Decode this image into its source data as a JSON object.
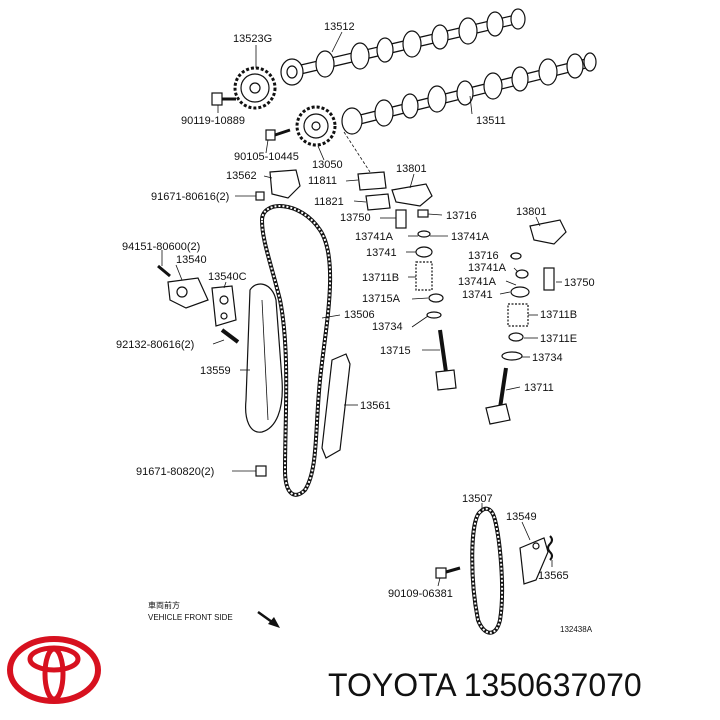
{
  "labels": {
    "p13523G": "13523G",
    "p13512": "13512",
    "p90119": "90119-10889",
    "p13511": "13511",
    "p90105": "90105-10445",
    "p13050": "13050",
    "p13562": "13562",
    "p11811": "11811",
    "p13801a": "13801",
    "p91671a": "91671-80616(2)",
    "p11821": "11821",
    "p13750a": "13750",
    "p13716a": "13716",
    "p13801b": "13801",
    "p13741Aa": "13741A",
    "p13741Ab": "13741A",
    "p13741a": "13741",
    "p94151": "94151-80600(2)",
    "p13540": "13540",
    "p13716b": "13716",
    "p13741Ac": "13741A",
    "p13540C": "13540C",
    "p13711Ba": "13711B",
    "p13741Ad": "13741A",
    "p13750b": "13750",
    "p13741b": "13741",
    "p13715Aa": "13715A",
    "p13506": "13506",
    "p13711Bb": "13711B",
    "p13734a": "13734",
    "p92132": "92132-80616(2)",
    "p13711E": "13711E",
    "p13715": "13715",
    "p13734b": "13734",
    "p13559": "13559",
    "p13711": "13711",
    "p13561": "13561",
    "p91671b": "91671-80820(2)",
    "p13507": "13507",
    "p13549": "13549",
    "p13565": "13565",
    "p90109": "90109-06381",
    "front_jp": "車両前方",
    "front_en": "VEHICLE FRONT SIDE",
    "figure_code": "132438A"
  },
  "brand_text": "TOYOTA 1350637070",
  "colors": {
    "logo": "#d7111f",
    "ink": "#111111"
  },
  "icons": {
    "logo": "toyota-logo-icon",
    "arrow": "front-direction-arrow-icon"
  }
}
